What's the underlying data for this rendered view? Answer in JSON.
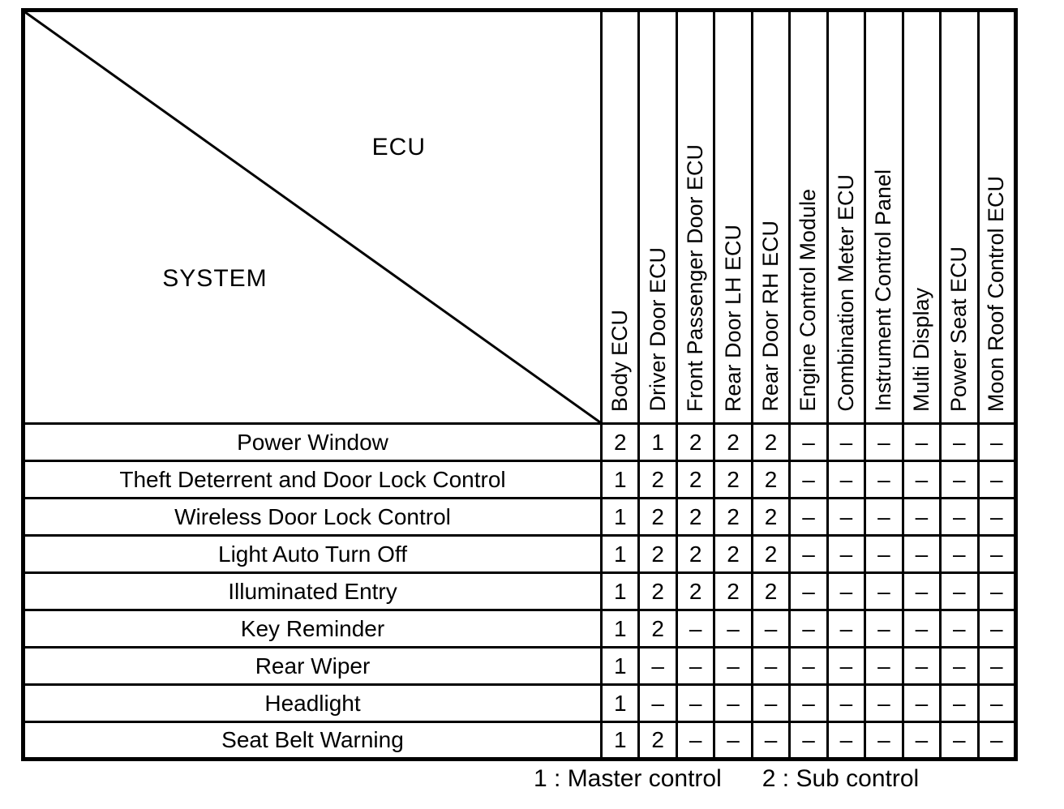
{
  "page": {
    "background_color": "#ffffff",
    "ink_color": "#000000"
  },
  "table": {
    "corner": {
      "ecu_label": "ECU",
      "system_label": "SYSTEM"
    },
    "columns": [
      "Body ECU",
      "Driver Door ECU",
      "Front Passenger Door ECU",
      "Rear Door LH ECU",
      "Rear Door RH ECU",
      "Engine Control Module",
      "Combination Meter ECU",
      "Instrument Control Panel",
      "Multi Display",
      "Power Seat ECU",
      "Moon Roof Control ECU"
    ],
    "rows": [
      {
        "system": "Power Window",
        "values": [
          "2",
          "1",
          "2",
          "2",
          "2",
          "–",
          "–",
          "–",
          "–",
          "–",
          "–"
        ]
      },
      {
        "system": "Theft Deterrent and Door Lock Control",
        "values": [
          "1",
          "2",
          "2",
          "2",
          "2",
          "–",
          "–",
          "–",
          "–",
          "–",
          "–"
        ]
      },
      {
        "system": "Wireless Door Lock Control",
        "values": [
          "1",
          "2",
          "2",
          "2",
          "2",
          "–",
          "–",
          "–",
          "–",
          "–",
          "–"
        ]
      },
      {
        "system": "Light Auto Turn Off",
        "values": [
          "1",
          "2",
          "2",
          "2",
          "2",
          "–",
          "–",
          "–",
          "–",
          "–",
          "–"
        ]
      },
      {
        "system": "Illuminated Entry",
        "values": [
          "1",
          "2",
          "2",
          "2",
          "2",
          "–",
          "–",
          "–",
          "–",
          "–",
          "–"
        ]
      },
      {
        "system": "Key Reminder",
        "values": [
          "1",
          "2",
          "–",
          "–",
          "–",
          "–",
          "–",
          "–",
          "–",
          "–",
          "–"
        ]
      },
      {
        "system": "Rear Wiper",
        "values": [
          "1",
          "–",
          "–",
          "–",
          "–",
          "–",
          "–",
          "–",
          "–",
          "–",
          "–"
        ]
      },
      {
        "system": "Headlight",
        "values": [
          "1",
          "–",
          "–",
          "–",
          "–",
          "–",
          "–",
          "–",
          "–",
          "–",
          "–"
        ]
      },
      {
        "system": "Seat Belt Warning",
        "values": [
          "1",
          "2",
          "–",
          "–",
          "–",
          "–",
          "–",
          "–",
          "–",
          "–",
          "–"
        ]
      }
    ]
  },
  "legend": {
    "master": "1 : Master control",
    "sub": "2 : Sub control"
  }
}
